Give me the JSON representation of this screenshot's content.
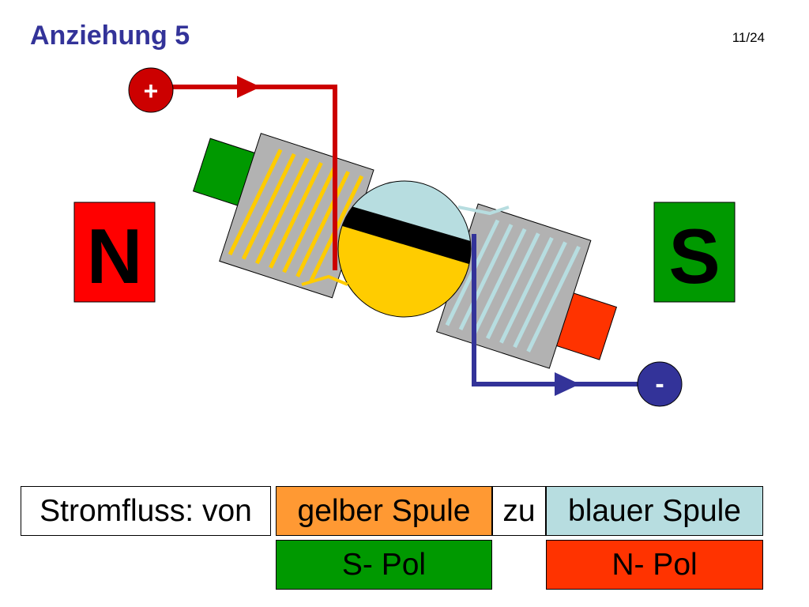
{
  "slide": {
    "title": "Anziehung 5",
    "page_number": "11/24"
  },
  "diagram": {
    "terminal_plus": "+",
    "terminal_minus": "-",
    "magnet_left": "N",
    "magnet_right": "S"
  },
  "table": {
    "current_label": "Stromfluss: von",
    "from_coil": "gelber Spule",
    "connector": "zu",
    "to_coil": "blauer Spule",
    "from_pole": "S- Pol",
    "to_pole": "N- Pol"
  },
  "colors": {
    "title": "#333399",
    "magnet_north": "#ff0000",
    "magnet_south": "#009900",
    "positive_wire": "#cc0000",
    "negative_wire": "#333399",
    "yellow_coil": "#ffcc00",
    "blue_coil": "#b7dde0",
    "coil_core": "#b2b2b2",
    "rotor_green": "#009900",
    "rotor_orange": "#ff3300"
  }
}
